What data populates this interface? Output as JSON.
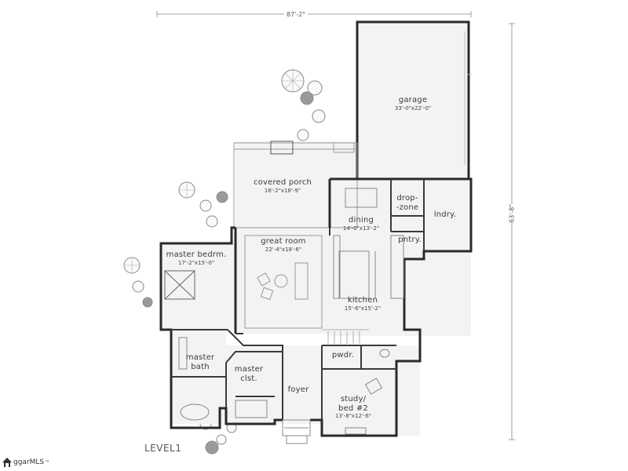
{
  "plan": {
    "level_label": "LEVEL1",
    "overall_width": "87'-2\"",
    "overall_depth": "63'-8\"",
    "watermark": {
      "prefix": "",
      "text": "ggarMLS",
      "trademark": "™"
    }
  },
  "rooms": [
    {
      "name": "garage",
      "dims": "33'-0\"x22'-0\""
    },
    {
      "name": "covered porch",
      "dims": "16'-2\"x18'-9\""
    },
    {
      "name": "drop-",
      "dims": "-zone"
    },
    {
      "name": "lndry.",
      "dims": ""
    },
    {
      "name": "dining",
      "dims": "14'-0\"x13'-2\""
    },
    {
      "name": "pntry.",
      "dims": ""
    },
    {
      "name": "master bedrm.",
      "dims": "17'-2\"x15'-0\""
    },
    {
      "name": "great room",
      "dims": "22'-4\"x18'-6\""
    },
    {
      "name": "kitchen",
      "dims": "15'-6\"x15'-2\""
    },
    {
      "name": "master",
      "dims": "bath"
    },
    {
      "name": "master",
      "dims": "clst."
    },
    {
      "name": "foyer",
      "dims": ""
    },
    {
      "name": "pwdr.",
      "dims": ""
    },
    {
      "name": "study/",
      "dims": "bed #2"
    },
    {
      "name": "13'-8\"x12'-6\"",
      "dims": ""
    }
  ],
  "colors": {
    "wall": "#2a2a2a",
    "thin_line": "#9a9a9a",
    "floor": "#f4f4f4",
    "tree": "#8a8a8a"
  }
}
